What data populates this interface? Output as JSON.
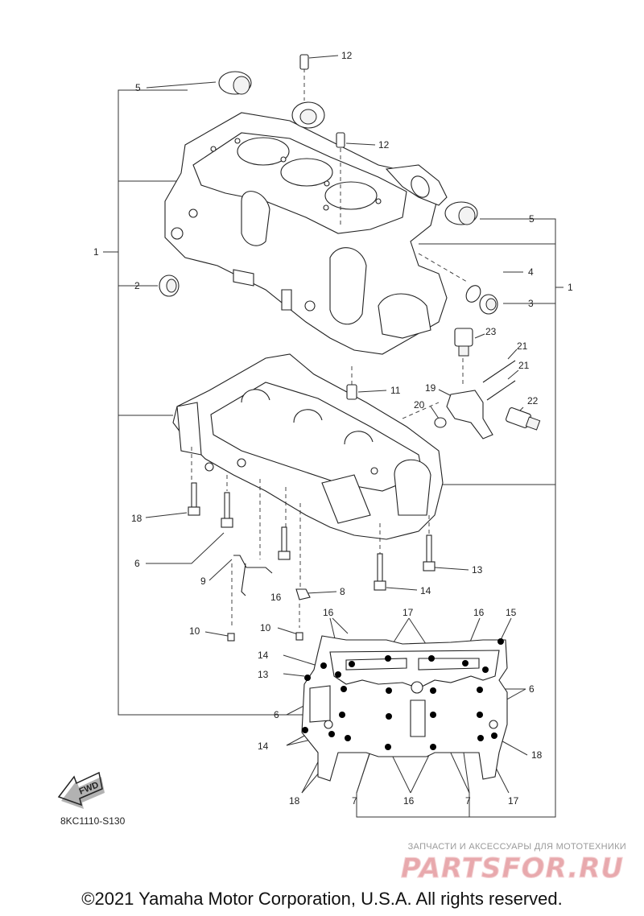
{
  "diagram": {
    "callouts": [
      {
        "id": "c12a",
        "label": "12"
      },
      {
        "id": "c5a",
        "label": "5"
      },
      {
        "id": "c12b",
        "label": "12"
      },
      {
        "id": "c5b",
        "label": "5"
      },
      {
        "id": "c1a",
        "label": "1"
      },
      {
        "id": "c1b",
        "label": "1"
      },
      {
        "id": "c2",
        "label": "2"
      },
      {
        "id": "c4",
        "label": "4"
      },
      {
        "id": "c3",
        "label": "3"
      },
      {
        "id": "c23",
        "label": "23"
      },
      {
        "id": "c21a",
        "label": "21"
      },
      {
        "id": "c21b",
        "label": "21"
      },
      {
        "id": "c11",
        "label": "11"
      },
      {
        "id": "c19",
        "label": "19"
      },
      {
        "id": "c20",
        "label": "20"
      },
      {
        "id": "c22",
        "label": "22"
      },
      {
        "id": "c18a",
        "label": "18"
      },
      {
        "id": "c6a",
        "label": "6"
      },
      {
        "id": "c13a",
        "label": "13"
      },
      {
        "id": "c9",
        "label": "9"
      },
      {
        "id": "c8",
        "label": "8"
      },
      {
        "id": "c16a",
        "label": "16"
      },
      {
        "id": "c14a",
        "label": "14"
      },
      {
        "id": "c10a",
        "label": "10"
      },
      {
        "id": "c10b",
        "label": "10"
      },
      {
        "id": "c16b",
        "label": "16"
      },
      {
        "id": "c17a",
        "label": "17"
      },
      {
        "id": "c16c",
        "label": "16"
      },
      {
        "id": "c15",
        "label": "15"
      },
      {
        "id": "c14b",
        "label": "14"
      },
      {
        "id": "c13b",
        "label": "13"
      },
      {
        "id": "c6b",
        "label": "6"
      },
      {
        "id": "c6c",
        "label": "6"
      },
      {
        "id": "c14c",
        "label": "14"
      },
      {
        "id": "c18b",
        "label": "18"
      },
      {
        "id": "c18c",
        "label": "18"
      },
      {
        "id": "c7a",
        "label": "7"
      },
      {
        "id": "c16d",
        "label": "16"
      },
      {
        "id": "c7b",
        "label": "7"
      },
      {
        "id": "c17b",
        "label": "17"
      }
    ],
    "fwd_label": "FWD",
    "diagram_code": "8KC1110-S130"
  },
  "watermark": {
    "subtitle": "ЗАПЧАСТИ И АКСЕССУАРЫ ДЛЯ МОТОТЕХНИКИ",
    "logo": "PARTSFOR.RU"
  },
  "footer": {
    "copyright": "©2021 Yamaha Motor Corporation, U.S.A. All rights reserved."
  }
}
